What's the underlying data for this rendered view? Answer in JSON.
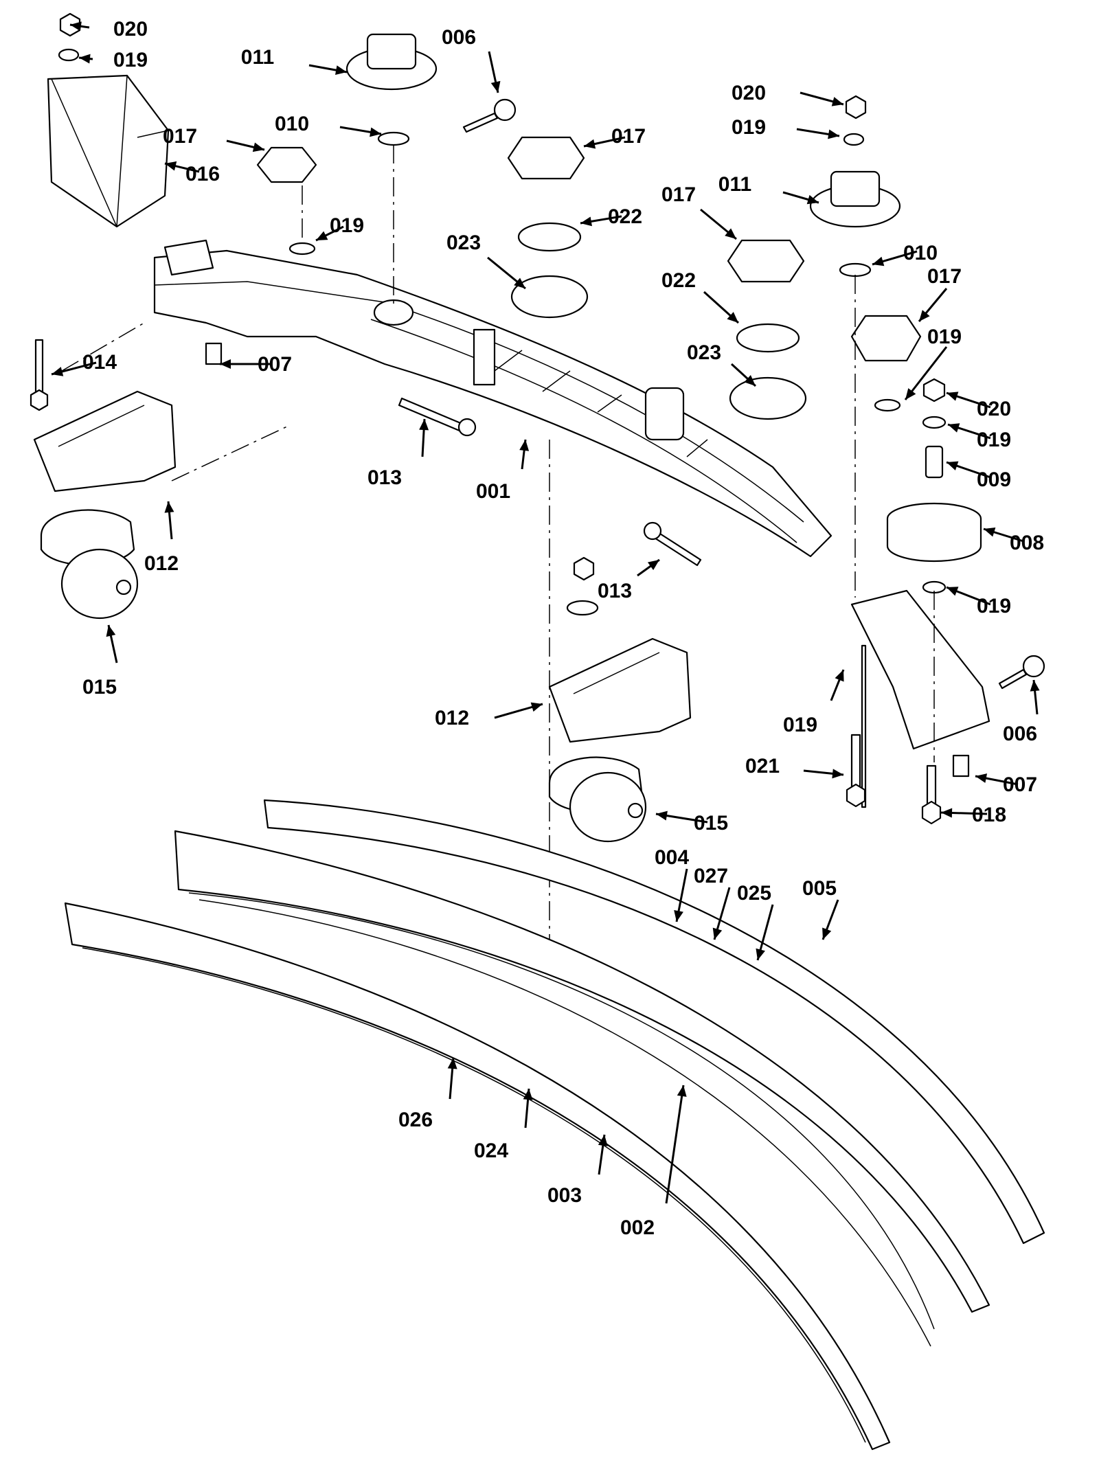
{
  "callouts": [
    {
      "id": "c020a",
      "text": "020"
    },
    {
      "id": "c019a",
      "text": "019"
    },
    {
      "id": "c011a",
      "text": "011"
    },
    {
      "id": "c006a",
      "text": "006"
    },
    {
      "id": "c017a",
      "text": "017"
    },
    {
      "id": "c010a",
      "text": "010"
    },
    {
      "id": "c016",
      "text": "016"
    },
    {
      "id": "c019b",
      "text": "019"
    },
    {
      "id": "c017b",
      "text": "017"
    },
    {
      "id": "c022a",
      "text": "022"
    },
    {
      "id": "c023a",
      "text": "023"
    },
    {
      "id": "c020b",
      "text": "020"
    },
    {
      "id": "c019c",
      "text": "019"
    },
    {
      "id": "c011b",
      "text": "011"
    },
    {
      "id": "c017c",
      "text": "017"
    },
    {
      "id": "c010b",
      "text": "010"
    },
    {
      "id": "c017d",
      "text": "017"
    },
    {
      "id": "c022b",
      "text": "022"
    },
    {
      "id": "c023b",
      "text": "023"
    },
    {
      "id": "c019d",
      "text": "019"
    },
    {
      "id": "c014",
      "text": "014"
    },
    {
      "id": "c007a",
      "text": "007"
    },
    {
      "id": "c020c",
      "text": "020"
    },
    {
      "id": "c019e",
      "text": "019"
    },
    {
      "id": "c009",
      "text": "009"
    },
    {
      "id": "c013a",
      "text": "013"
    },
    {
      "id": "c001",
      "text": "001"
    },
    {
      "id": "c008",
      "text": "008"
    },
    {
      "id": "c012a",
      "text": "012"
    },
    {
      "id": "c013b",
      "text": "013"
    },
    {
      "id": "c019f",
      "text": "019"
    },
    {
      "id": "c015a",
      "text": "015"
    },
    {
      "id": "c012b",
      "text": "012"
    },
    {
      "id": "c019g",
      "text": "019"
    },
    {
      "id": "c006b",
      "text": "006"
    },
    {
      "id": "c021",
      "text": "021"
    },
    {
      "id": "c007b",
      "text": "007"
    },
    {
      "id": "c015b",
      "text": "015"
    },
    {
      "id": "c018",
      "text": "018"
    },
    {
      "id": "c004",
      "text": "004"
    },
    {
      "id": "c027",
      "text": "027"
    },
    {
      "id": "c025",
      "text": "025"
    },
    {
      "id": "c005",
      "text": "005"
    },
    {
      "id": "c026",
      "text": "026"
    },
    {
      "id": "c024",
      "text": "024"
    },
    {
      "id": "c003",
      "text": "003"
    },
    {
      "id": "c002",
      "text": "002"
    }
  ]
}
